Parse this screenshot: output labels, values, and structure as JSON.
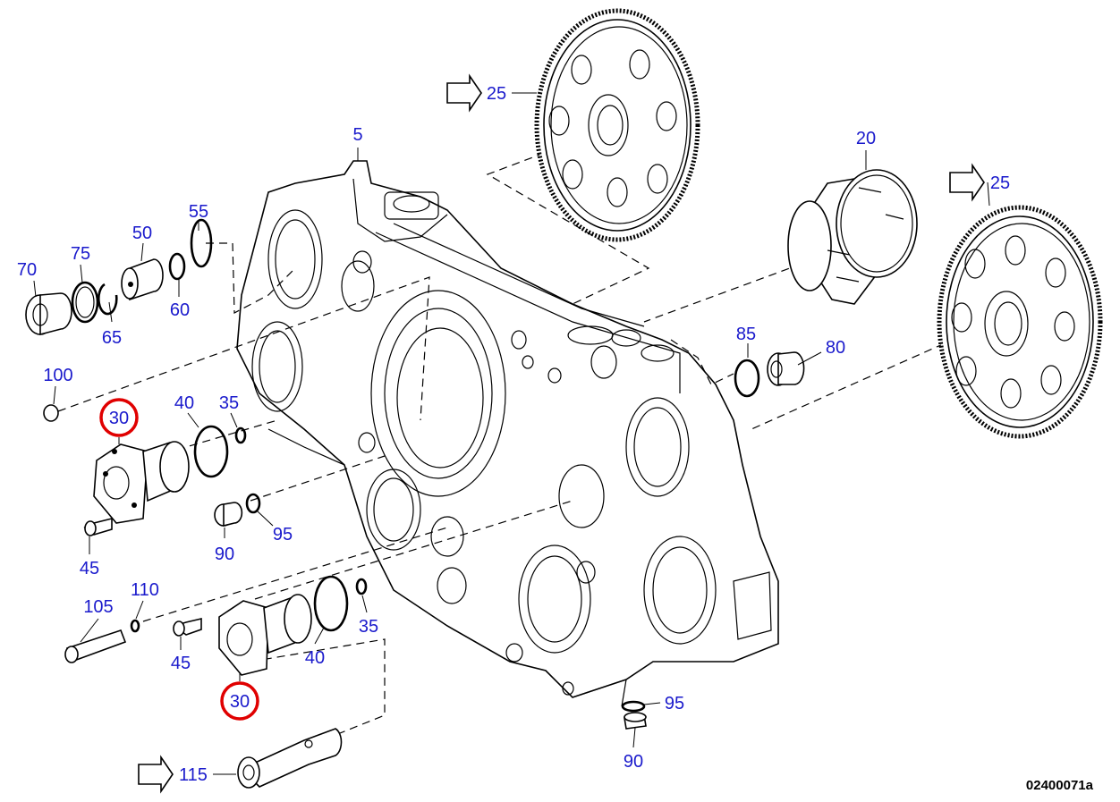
{
  "figure_id": "02400071a",
  "highlight_color": "#e00000",
  "callout_color": "#1a1acc",
  "callouts": {
    "c5": "5",
    "c20": "20",
    "c25a": "25",
    "c25b": "25",
    "c30a": "30",
    "c30b": "30",
    "c35a": "35",
    "c35b": "35",
    "c40a": "40",
    "c40b": "40",
    "c45a": "45",
    "c45b": "45",
    "c50": "50",
    "c55": "55",
    "c60": "60",
    "c65": "65",
    "c70": "70",
    "c75": "75",
    "c80": "80",
    "c85": "85",
    "c90a": "90",
    "c90b": "90",
    "c95a": "95",
    "c95b": "95",
    "c100": "100",
    "c105": "105",
    "c110": "110",
    "c115": "115"
  },
  "highlighted_callouts": [
    "c30a",
    "c30b"
  ],
  "reference_arrows": [
    "c25a",
    "c25b",
    "c115"
  ]
}
